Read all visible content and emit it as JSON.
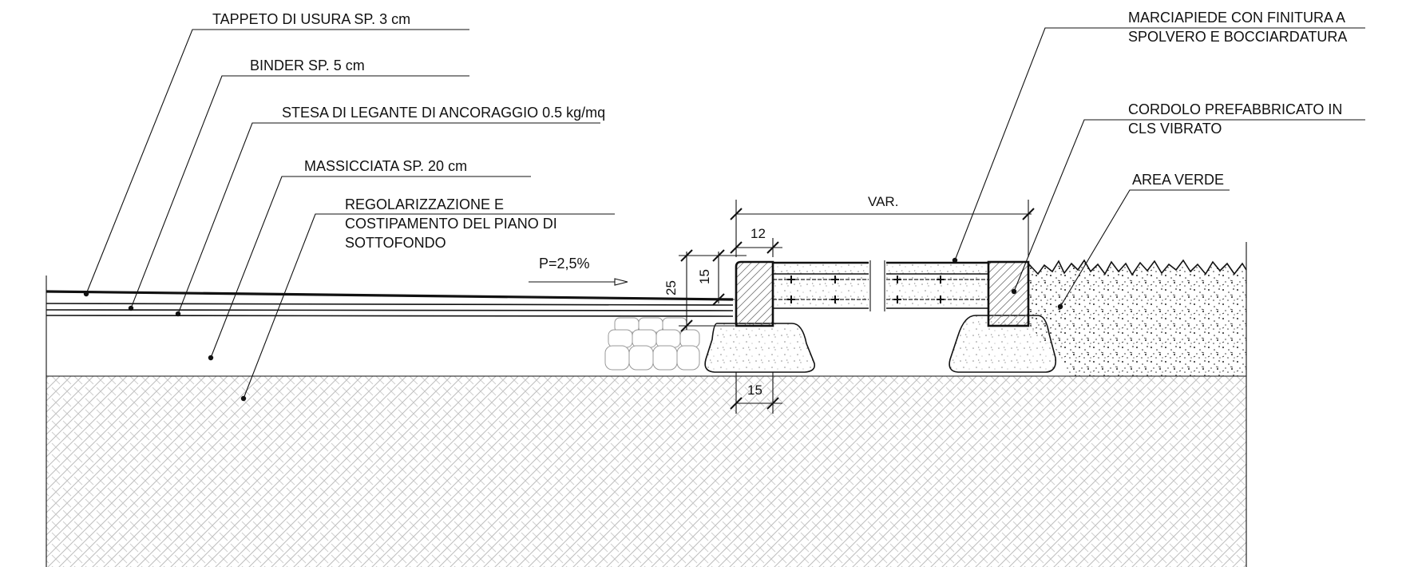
{
  "labels": {
    "tappeto": "TAPPETO DI USURA SP. 3 cm",
    "binder": "BINDER SP. 5 cm",
    "stesa": "STESA DI LEGANTE DI ANCORAGGIO 0.5 kg/mq",
    "massicciata": "MASSICCIATA SP. 20 cm",
    "regolarizzazione": [
      "REGOLARIZZAZIONE E",
      "COSTIPAMENTO DEL PIANO DI",
      "SOTTOFONDO"
    ],
    "marciapiede": [
      "MARCIAPIEDE CON FINITURA A",
      "SPOLVERO E BOCCIARDATURA"
    ],
    "cordolo": [
      "CORDOLO PREFABBRICATO IN",
      "CLS VIBRATO"
    ],
    "area_verde": "AREA VERDE"
  },
  "slope": "P=2,5%",
  "dimensions": {
    "var": "VAR.",
    "d12": "12",
    "d25": "25",
    "d15_vertical": "15",
    "d15_bottom": "15"
  }
}
